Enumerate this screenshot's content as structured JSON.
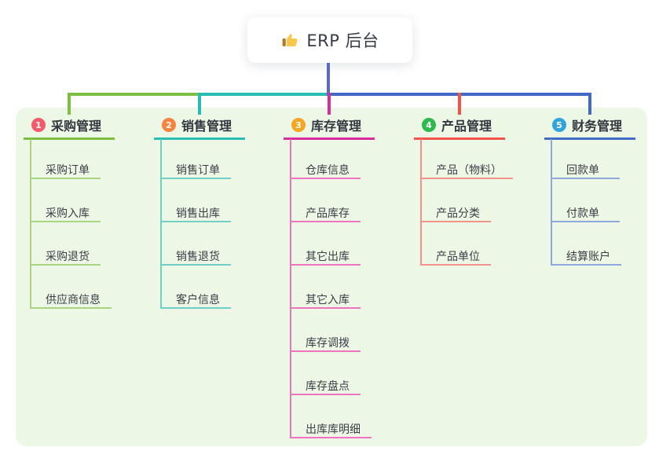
{
  "root": {
    "label": "ERP 后台",
    "icon": "thumbs-up-icon",
    "connector_color": "#5a6abf"
  },
  "panel": {
    "background": "#edf7e6"
  },
  "branches": [
    {
      "number": "1",
      "title": "采购管理",
      "badge_color": "#f15b6c",
      "color": "#7cbe41",
      "light_color": "#a8d57f",
      "items": [
        "采购订单",
        "采购入库",
        "采购退货",
        "供应商信息"
      ]
    },
    {
      "number": "2",
      "title": "销售管理",
      "badge_color": "#f58540",
      "color": "#27bdb4",
      "light_color": "#6fcfc6",
      "items": [
        "销售订单",
        "销售出库",
        "销售退货",
        "客户信息"
      ]
    },
    {
      "number": "3",
      "title": "库存管理",
      "badge_color": "#f5a623",
      "color": "#d62f9d",
      "light_color": "#ee74bd",
      "items": [
        "仓库信息",
        "产品库存",
        "其它出库",
        "其它入库",
        "库存调拨",
        "库存盘点",
        "出库库明细"
      ]
    },
    {
      "number": "4",
      "title": "产品管理",
      "badge_color": "#2eb94e",
      "color": "#f1534b",
      "light_color": "#f5928c",
      "items": [
        "产品（物料）",
        "产品分类",
        "产品单位"
      ]
    },
    {
      "number": "5",
      "title": "财务管理",
      "badge_color": "#2fa5dc",
      "color": "#4169c6",
      "light_color": "#8ea7dc",
      "items": [
        "回款单",
        "付款单",
        "结算账户"
      ]
    }
  ]
}
